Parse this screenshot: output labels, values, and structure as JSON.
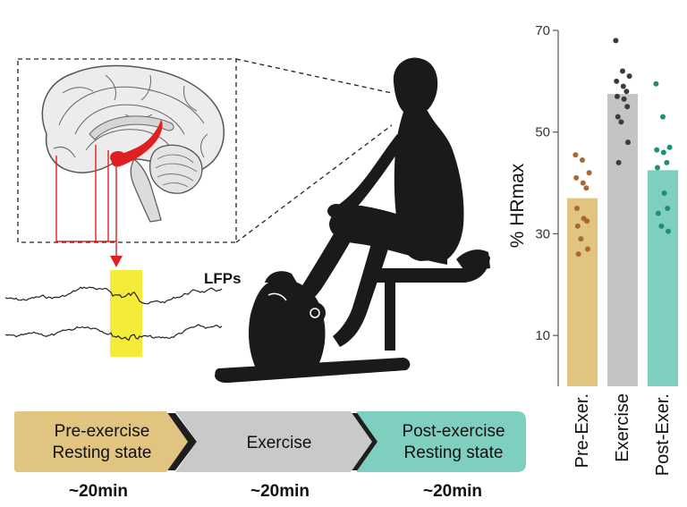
{
  "labels": {
    "lfps": "LFPs"
  },
  "timeline": {
    "phases": [
      {
        "line1": "Pre-exercise",
        "line2": "Resting state",
        "duration": "~20min",
        "color": "#e1c480"
      },
      {
        "line1": "Exercise",
        "line2": "",
        "duration": "~20min",
        "color": "#c9c9c9"
      },
      {
        "line1": "Post-exercise",
        "line2": "Resting state",
        "duration": "~20min",
        "color": "#7fcfc0"
      }
    ]
  },
  "colors": {
    "lesion_red": "#e02020",
    "lfp_highlight": "#f5ec3a",
    "silhouette": "#1a1a1a"
  },
  "chart_data": {
    "type": "bar",
    "ylabel": "% HRmax",
    "ylim": [
      0,
      70
    ],
    "yticks": [
      10,
      30,
      50,
      70
    ],
    "categories": [
      "Pre-Exer.",
      "Exercise",
      "Post-Exer."
    ],
    "values": [
      37,
      57.5,
      42.5
    ],
    "bar_colors": [
      "#e1c480",
      "#c4c3c6",
      "#7fcfc0"
    ],
    "point_colors": [
      "#a8692e",
      "#3b3b3b",
      "#1f8e7a"
    ],
    "points": [
      [
        45.5,
        44.5,
        42,
        41,
        40,
        39,
        35,
        33,
        32.5,
        31.5,
        29,
        27,
        26
      ],
      [
        68,
        62,
        61,
        60,
        59,
        58,
        57,
        56.5,
        55,
        53,
        52,
        48,
        44
      ],
      [
        59.5,
        53,
        47,
        46.5,
        46,
        44,
        43,
        38,
        35,
        34,
        31.5,
        30.5
      ]
    ]
  }
}
